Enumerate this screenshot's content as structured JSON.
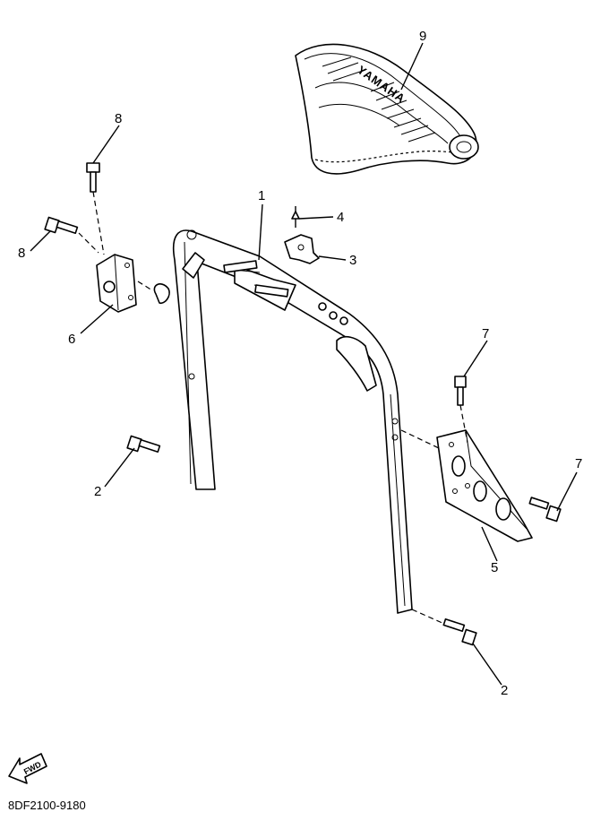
{
  "diagram": {
    "callouts": {
      "c1": "1",
      "c2a": "2",
      "c2b": "2",
      "c3": "3",
      "c4": "4",
      "c5": "5",
      "c6": "6",
      "c7a": "7",
      "c7b": "7",
      "c8a": "8",
      "c8b": "8",
      "c9": "9"
    },
    "seat_logo_text": "YAMAHA",
    "forward_label": "FWD",
    "drawing_code": "8DF2100-9180"
  }
}
